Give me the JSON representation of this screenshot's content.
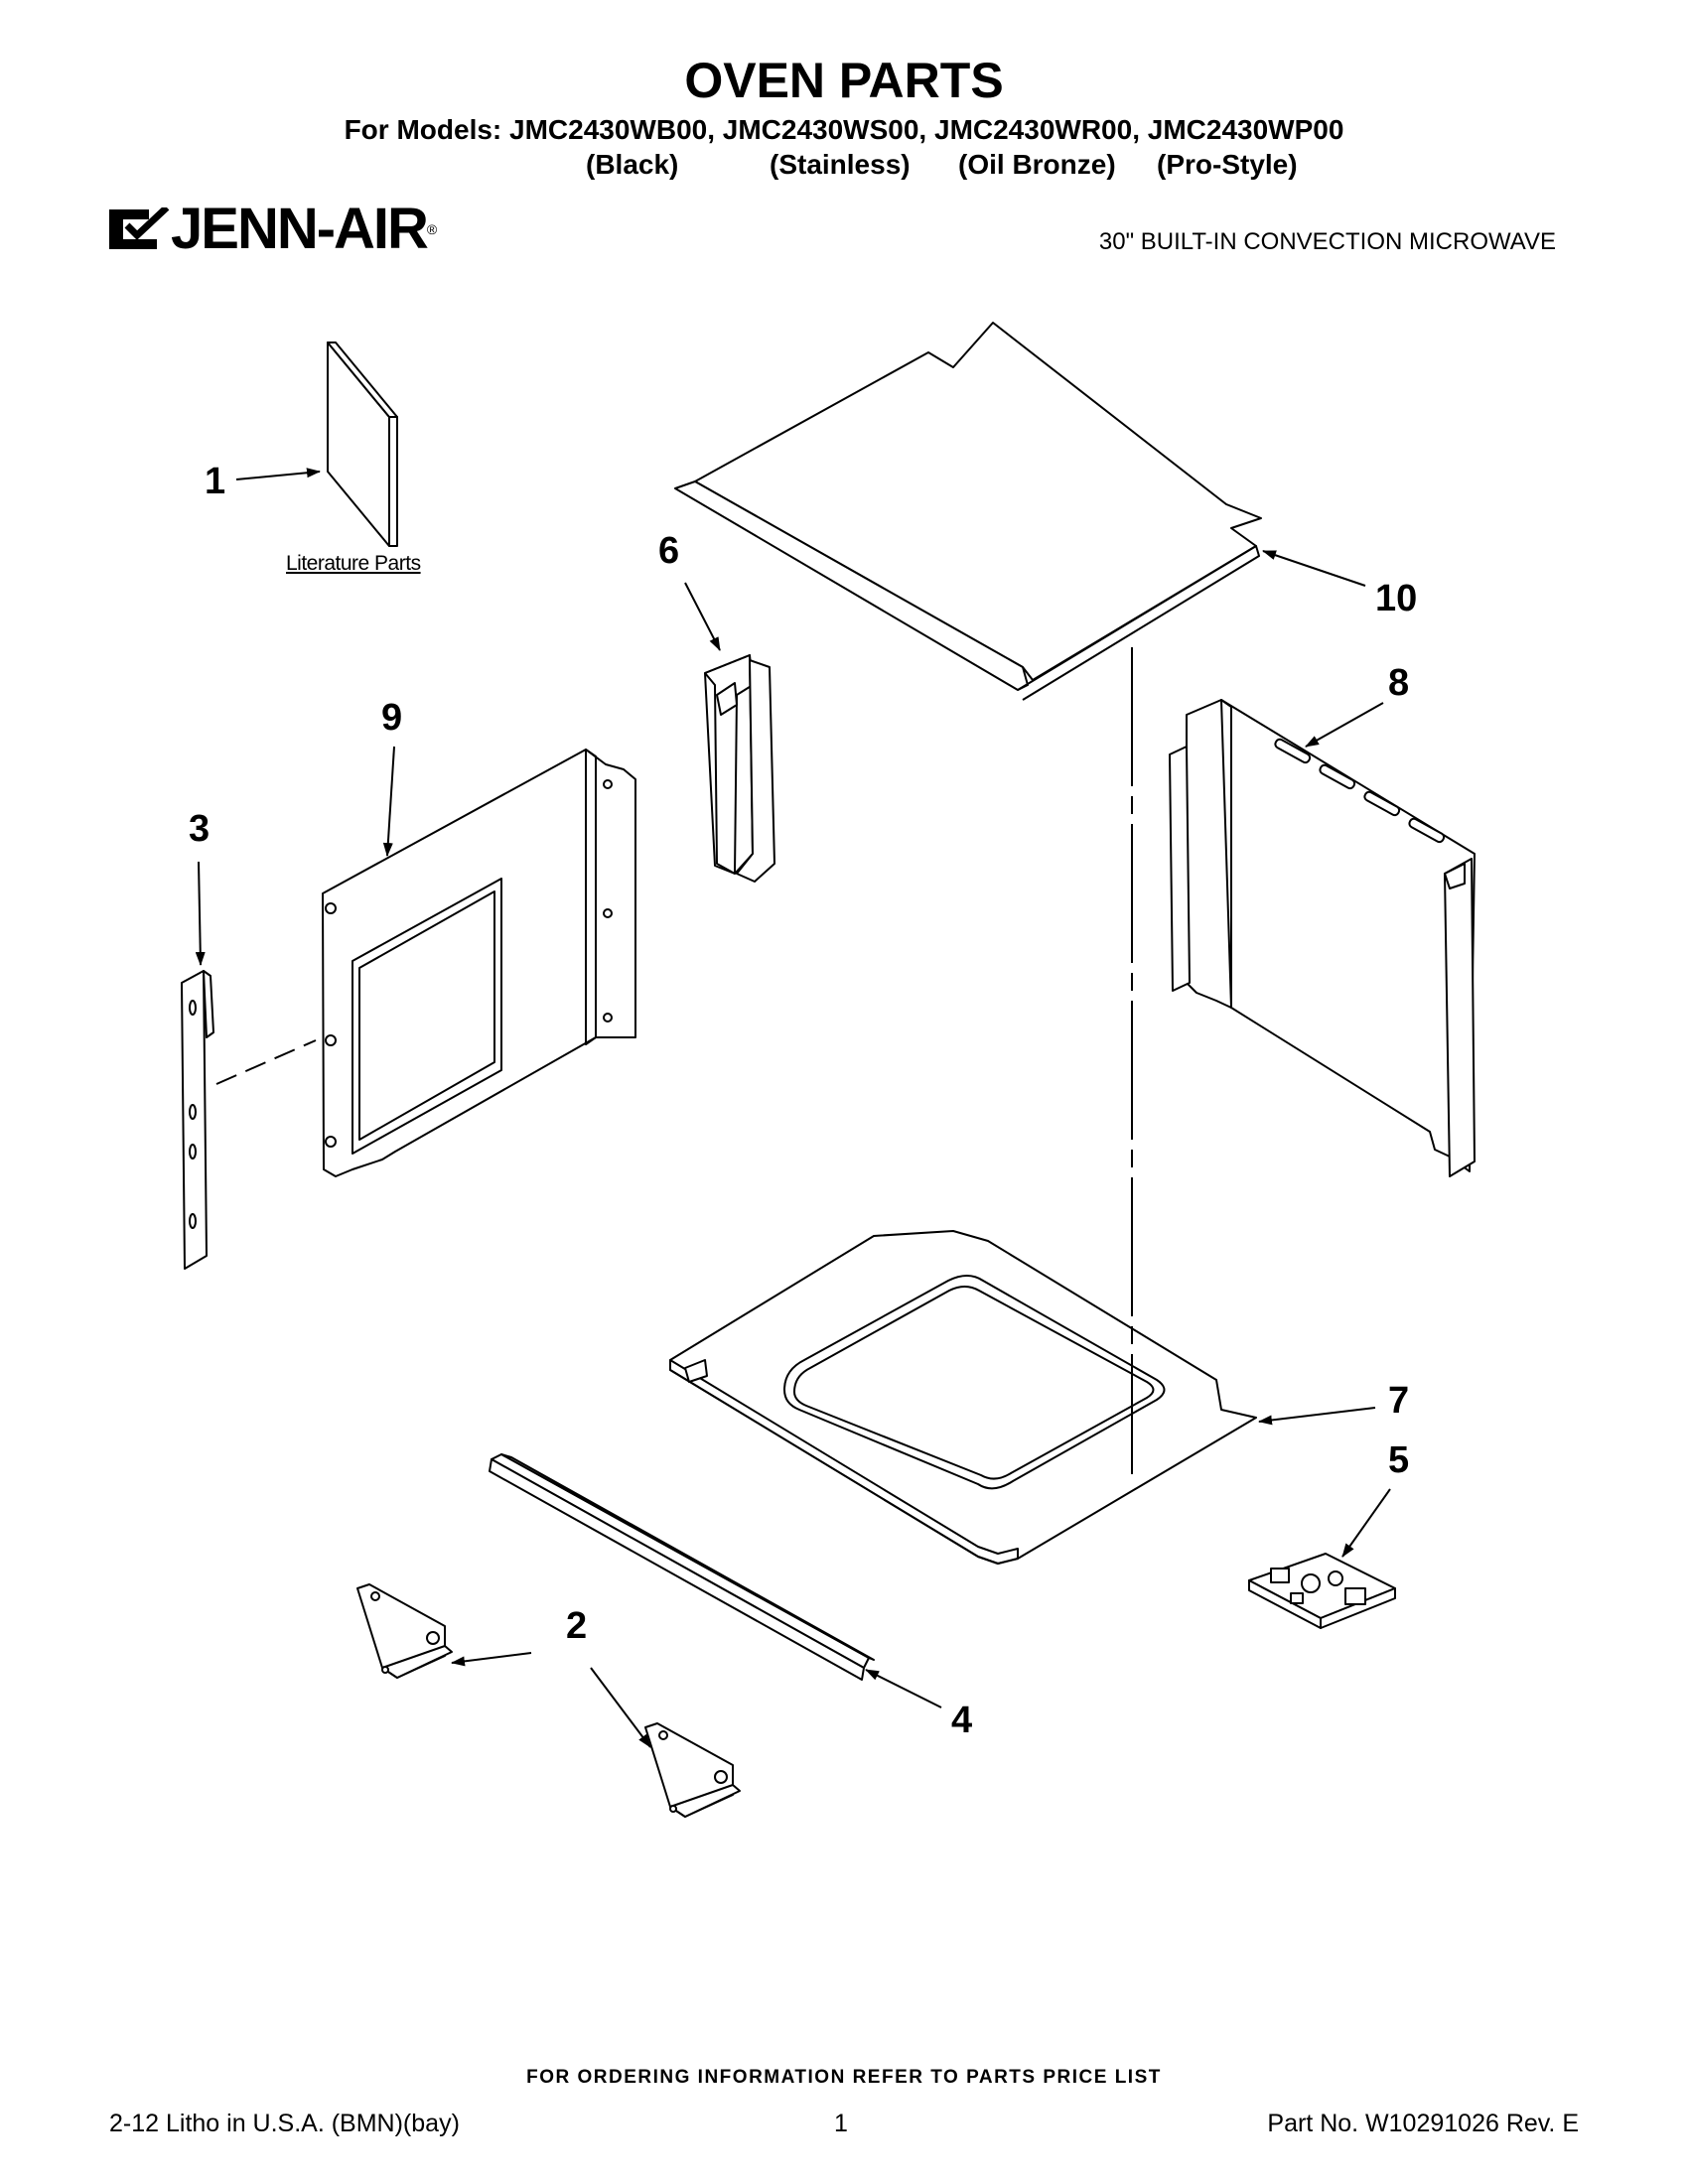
{
  "header": {
    "title": "OVEN PARTS",
    "models_line": "For Models: JMC2430WB00, JMC2430WS00, JMC2430WR00, JMC2430WP00",
    "variants": [
      "(Black)",
      "(Stainless)",
      "(Oil Bronze)",
      "(Pro-Style)"
    ],
    "brand": "JENN-AIR",
    "brand_reg": "®",
    "product": "30\" BUILT-IN CONVECTION MICROWAVE"
  },
  "callouts": {
    "c1": "1",
    "c2": "2",
    "c3": "3",
    "c4": "4",
    "c5": "5",
    "c6": "6",
    "c7": "7",
    "c8": "8",
    "c9": "9",
    "c10": "10"
  },
  "literature_label": "Literature Parts",
  "footer": {
    "ordering": "FOR ORDERING INFORMATION REFER TO PARTS PRICE LIST",
    "left": "2-12 Litho in U.S.A. (BMN)(bay)",
    "page": "1",
    "part_no": "Part No. W10291026 Rev. E"
  }
}
